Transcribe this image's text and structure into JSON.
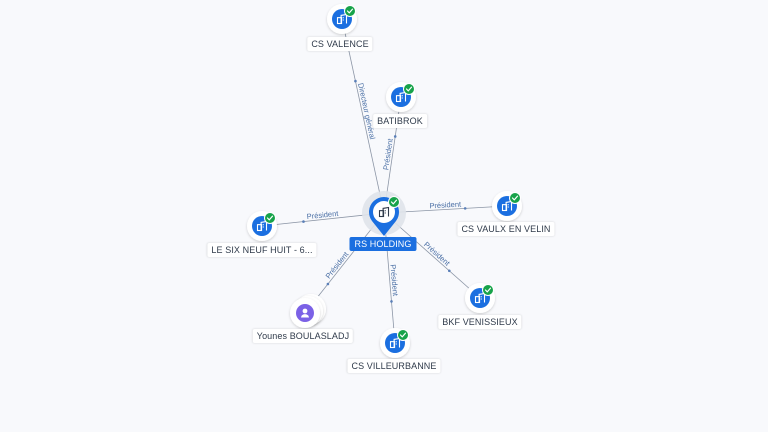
{
  "colors": {
    "company_blue": "#1b6fe0",
    "check_green": "#17a34a",
    "person_purple": "#7b61e6",
    "edge_gray": "#8c96a6",
    "edge_label": "#4a6fa5"
  },
  "center": {
    "label": "RS HOLDING",
    "icon": "building-icon",
    "verified": true
  },
  "nodes": [
    {
      "id": "cs-valence",
      "label": "CS VALENCE",
      "type": "company",
      "icon": "building-icon",
      "verified": true
    },
    {
      "id": "batibrok",
      "label": "BATIBROK",
      "type": "company",
      "icon": "building-icon",
      "verified": true
    },
    {
      "id": "cs-vaulx",
      "label": "CS VAULX EN VELIN",
      "type": "company",
      "icon": "building-icon",
      "verified": true
    },
    {
      "id": "bkf",
      "label": "BKF VENISSIEUX",
      "type": "company",
      "icon": "building-icon",
      "verified": true
    },
    {
      "id": "cs-villeurbanne",
      "label": "CS VILLEURBANNE",
      "type": "company",
      "icon": "building-icon",
      "verified": true
    },
    {
      "id": "younes",
      "label": "Younes BOULASLADJ",
      "type": "person",
      "icon": "person-icon",
      "verified": false
    },
    {
      "id": "six-neuf",
      "label": "LE SIX NEUF HUIT - 6...",
      "type": "company",
      "icon": "building-icon",
      "verified": true
    }
  ],
  "edges": [
    {
      "to": "cs-valence",
      "label": "Directeur général"
    },
    {
      "to": "batibrok",
      "label": "Président"
    },
    {
      "to": "cs-vaulx",
      "label": "Président"
    },
    {
      "to": "bkf",
      "label": "Président"
    },
    {
      "to": "cs-villeurbanne",
      "label": "Président"
    },
    {
      "to": "younes",
      "label": "Président"
    },
    {
      "to": "six-neuf",
      "label": "Président"
    }
  ]
}
